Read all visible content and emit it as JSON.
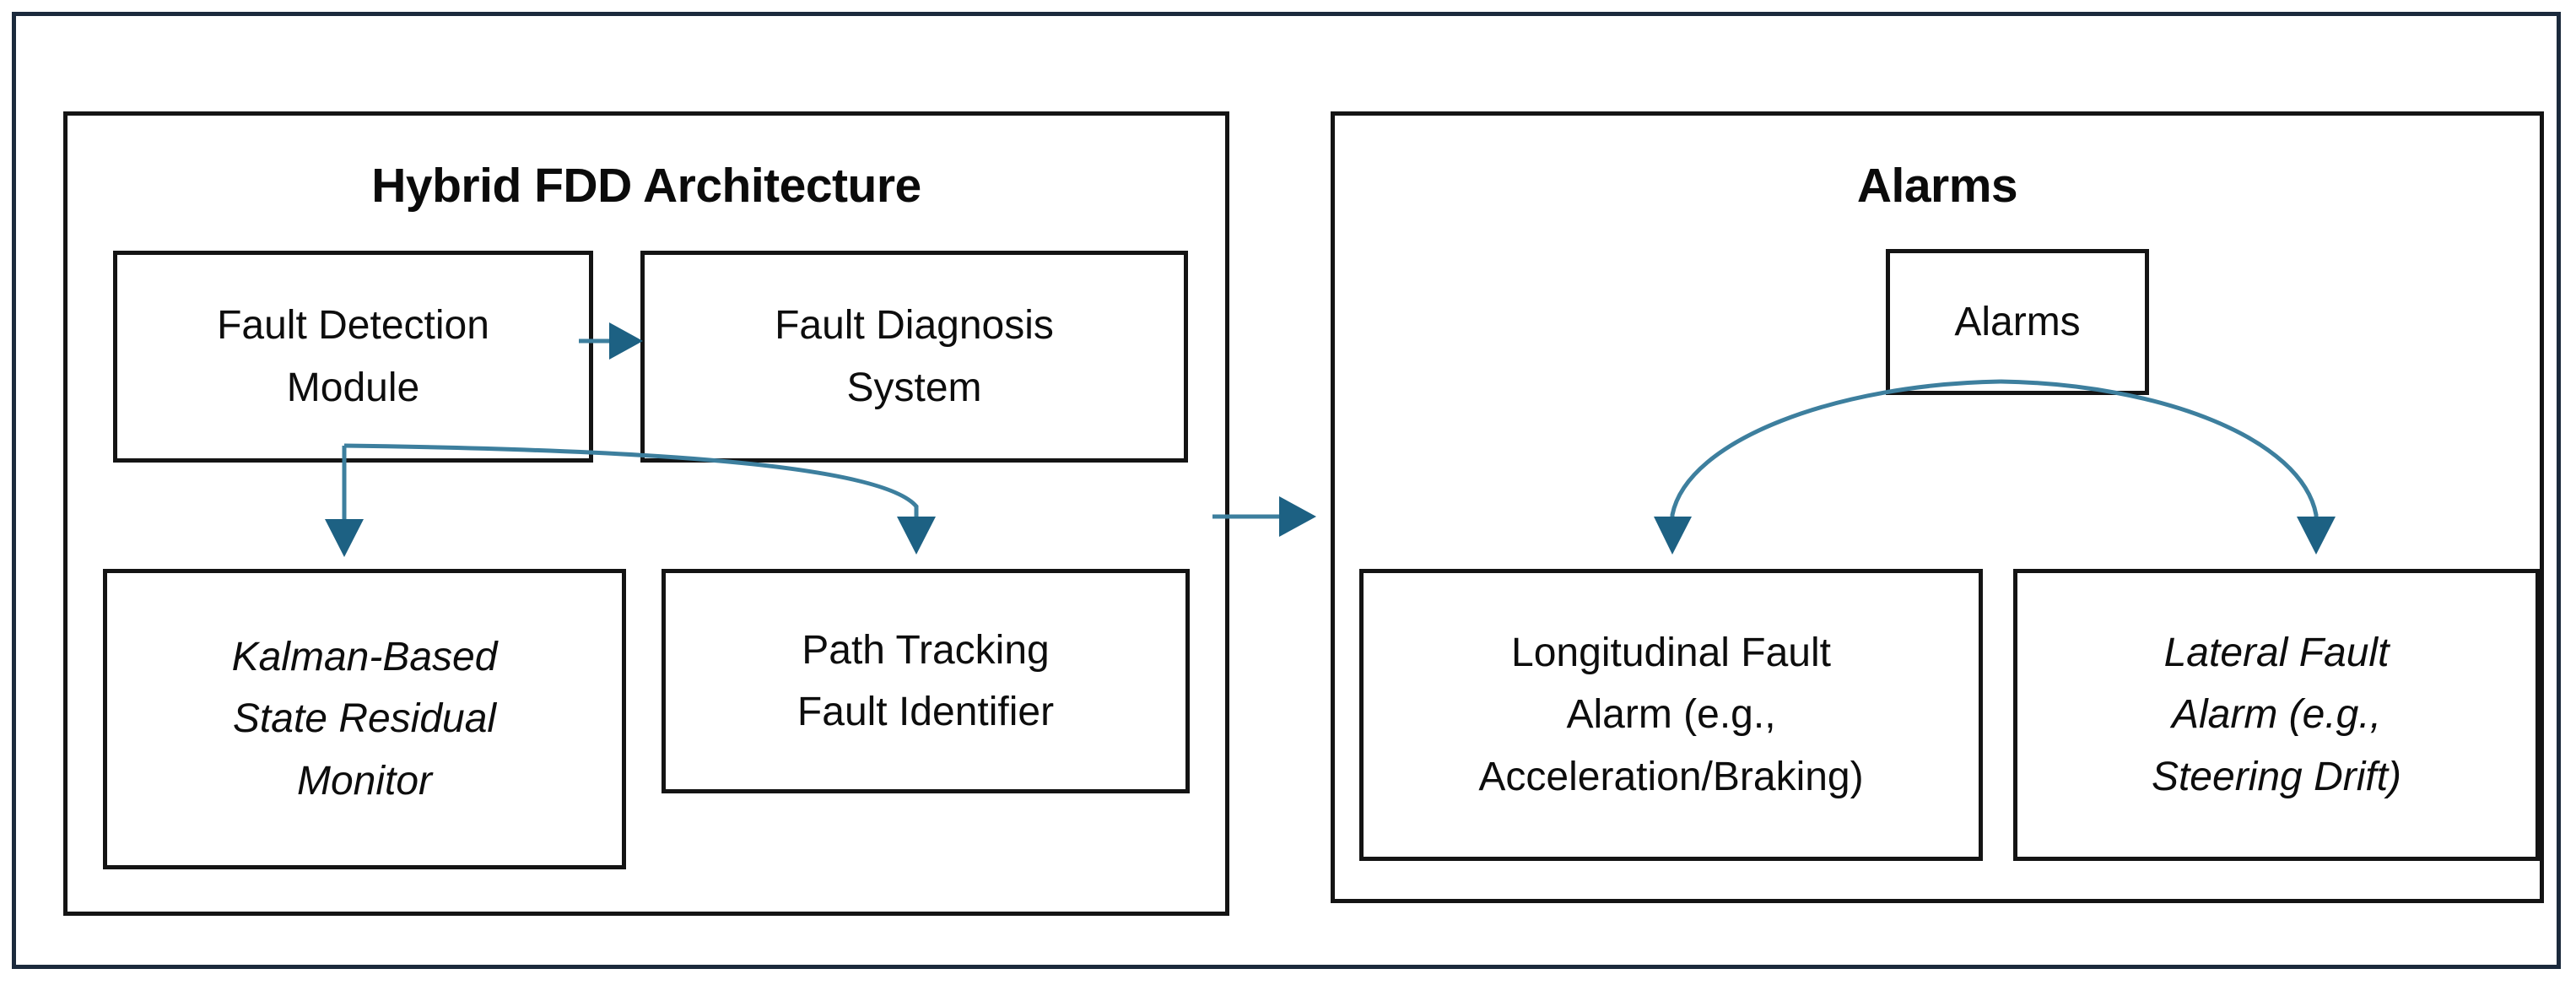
{
  "figure": {
    "frame_color": "#1b2a3c",
    "box_border_color": "#141414",
    "connector_color": "#3d7f9e",
    "arrowhead_color": "#1d6183"
  },
  "panels": [
    {
      "id": "hybrid-fdd-architecture",
      "title": "Hybrid FDD Architecture",
      "nodes": [
        {
          "id": "fault-detection-module",
          "lines": [
            "Fault Detection",
            "Module"
          ],
          "italic": false
        },
        {
          "id": "fault-diagnosis-system",
          "lines": [
            "Fault Diagnosis",
            "System"
          ],
          "italic": false
        },
        {
          "id": "kalman-based-state-residual-monitor",
          "lines": [
            "Kalman-Based",
            "State Residual",
            "Monitor"
          ],
          "italic": true
        },
        {
          "id": "path-tracking-fault-identifier",
          "lines": [
            "Path Tracking",
            "Fault Identifier"
          ],
          "italic": false
        }
      ]
    },
    {
      "id": "alarms",
      "title": "Alarms",
      "nodes": [
        {
          "id": "alarms-source",
          "lines": [
            "Alarms"
          ],
          "italic": false
        },
        {
          "id": "longitudinal-fault-alarm",
          "lines": [
            "Longitudinal Fault",
            "Alarm (e.g.,",
            "Acceleration/Braking)"
          ],
          "italic": false
        },
        {
          "id": "lateral-fault-alarm",
          "lines": [
            "Lateral Fault",
            "Alarm (e.g.,",
            "Steering Drift)"
          ],
          "italic": true
        }
      ]
    }
  ],
  "connectors": [
    {
      "id": "fdm-to-fds",
      "from": "fault-detection-module",
      "to": "fault-diagnosis-system",
      "style": "straight-right"
    },
    {
      "id": "fdm-to-kalman",
      "from": "fault-detection-module",
      "to": "kalman-based-state-residual-monitor",
      "style": "straight-down"
    },
    {
      "id": "fdm-to-path-tracking",
      "from": "fault-detection-module",
      "to": "path-tracking-fault-identifier",
      "style": "curved-down-right"
    },
    {
      "id": "fdd-panel-to-alarms-panel",
      "from": "hybrid-fdd-architecture",
      "to": "alarms",
      "style": "straight-right"
    },
    {
      "id": "alarms-to-longitudinal",
      "from": "alarms-source",
      "to": "longitudinal-fault-alarm",
      "style": "curved-down-left"
    },
    {
      "id": "alarms-to-lateral",
      "from": "alarms-source",
      "to": "lateral-fault-alarm",
      "style": "curved-down-right"
    }
  ]
}
